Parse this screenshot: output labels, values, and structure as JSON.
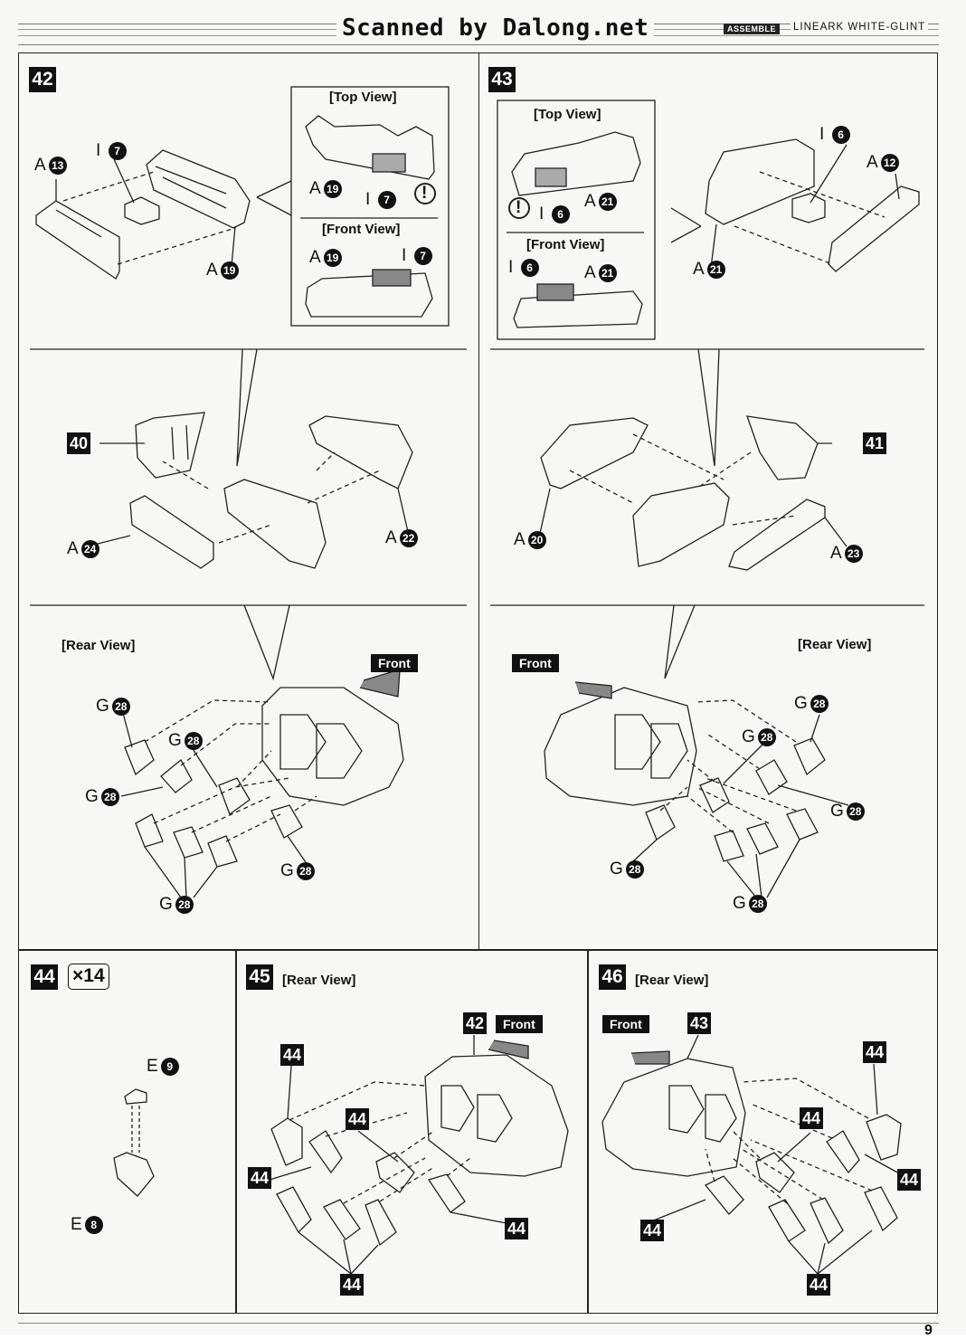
{
  "header": {
    "scanned": "Scanned by Dalong.net",
    "tag": "ASSEMBLE",
    "model": "LINEARK WHITE-GLINT"
  },
  "views": {
    "top": "[Top View]",
    "front_view": "[Front View]",
    "rear": "[Rear View]",
    "front_box": "Front"
  },
  "steps": {
    "s42": "42",
    "s43": "43",
    "s44": "44",
    "s45": "45",
    "s46": "46",
    "qty44": "×14"
  },
  "subassemblies": {
    "p40": "40",
    "p41": "41",
    "p42": "42",
    "p43": "43",
    "p44": "44"
  },
  "parts": {
    "A": "A",
    "I": "I",
    "G": "G",
    "E": "E",
    "n6": "6",
    "n7": "7",
    "n8": "8",
    "n9": "9",
    "n12": "12",
    "n13": "13",
    "n19": "19",
    "n20": "20",
    "n21": "21",
    "n22": "22",
    "n23": "23",
    "n24": "24",
    "n28": "28"
  },
  "warning": "!",
  "page_number": "9"
}
